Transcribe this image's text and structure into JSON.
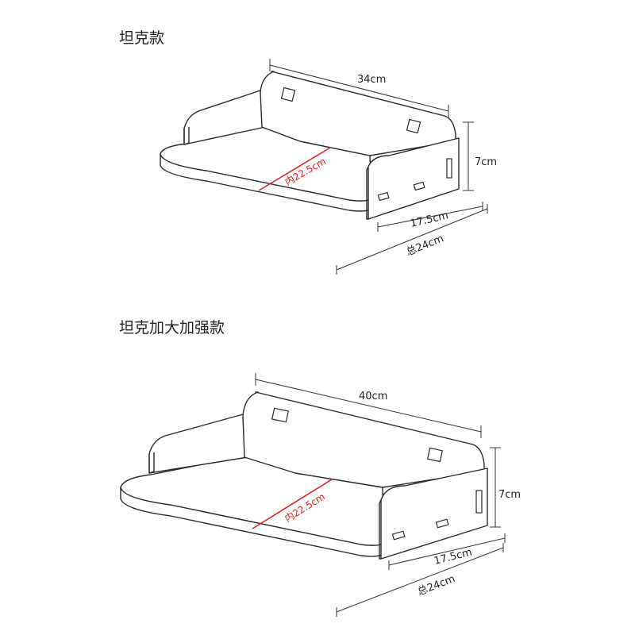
{
  "colors": {
    "outline": "#2a2a2a",
    "accent": "#e02020",
    "background": "#ffffff"
  },
  "models": [
    {
      "title": "坦克款",
      "dims": {
        "width": "34cm",
        "height": "7cm",
        "depth": "17.5cm",
        "total": "总24cm",
        "inner": "内22.5cm"
      }
    },
    {
      "title": "坦克加大加强款",
      "dims": {
        "width": "40cm",
        "height": "7cm",
        "depth": "17.5cm",
        "total": "总24cm",
        "inner": "内22.5cm"
      }
    }
  ]
}
